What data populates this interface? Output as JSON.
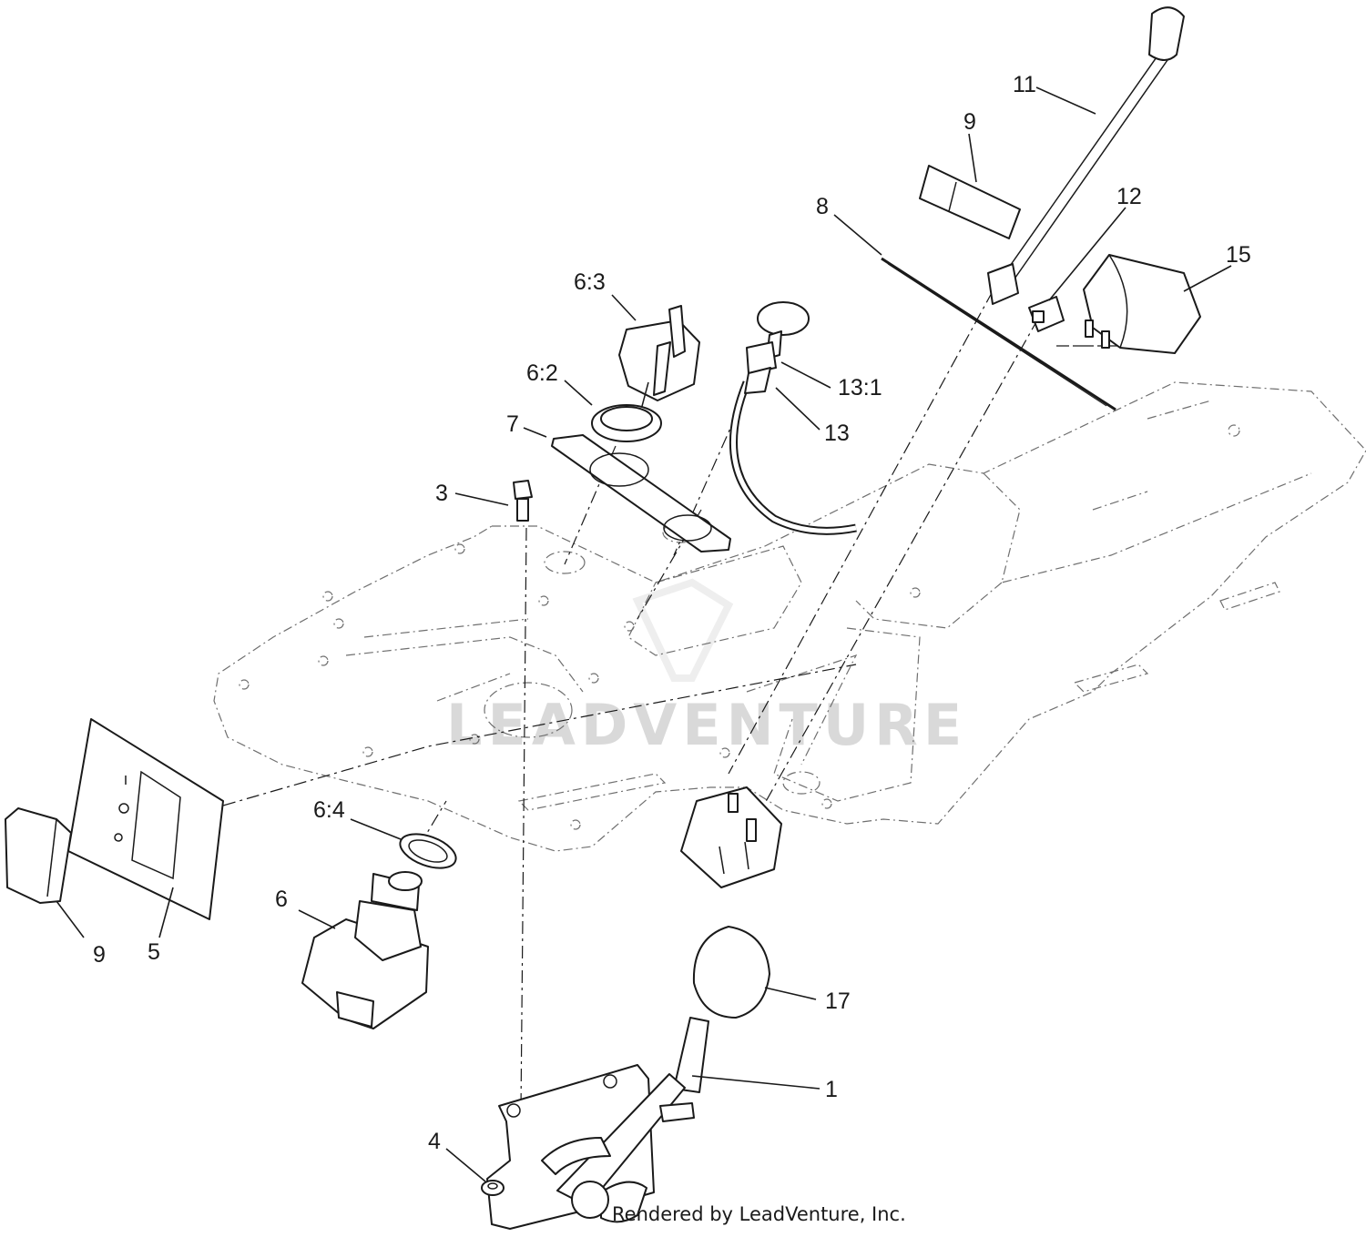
{
  "diagram": {
    "callouts": {
      "c11": "11",
      "c9_top": "9",
      "c12": "12",
      "c8": "8",
      "c15": "15",
      "c6_3": "6:3",
      "c6_2": "6:2",
      "c13_1": "13:1",
      "c7": "7",
      "c13": "13",
      "c3": "3",
      "c6_4": "6:4",
      "c6": "6",
      "c9_bottom": "9",
      "c5": "5",
      "c17": "17",
      "c1": "1",
      "c4": "4"
    },
    "watermark": "LEADVENTURE",
    "credit": "Rendered by LeadVenture, Inc."
  }
}
